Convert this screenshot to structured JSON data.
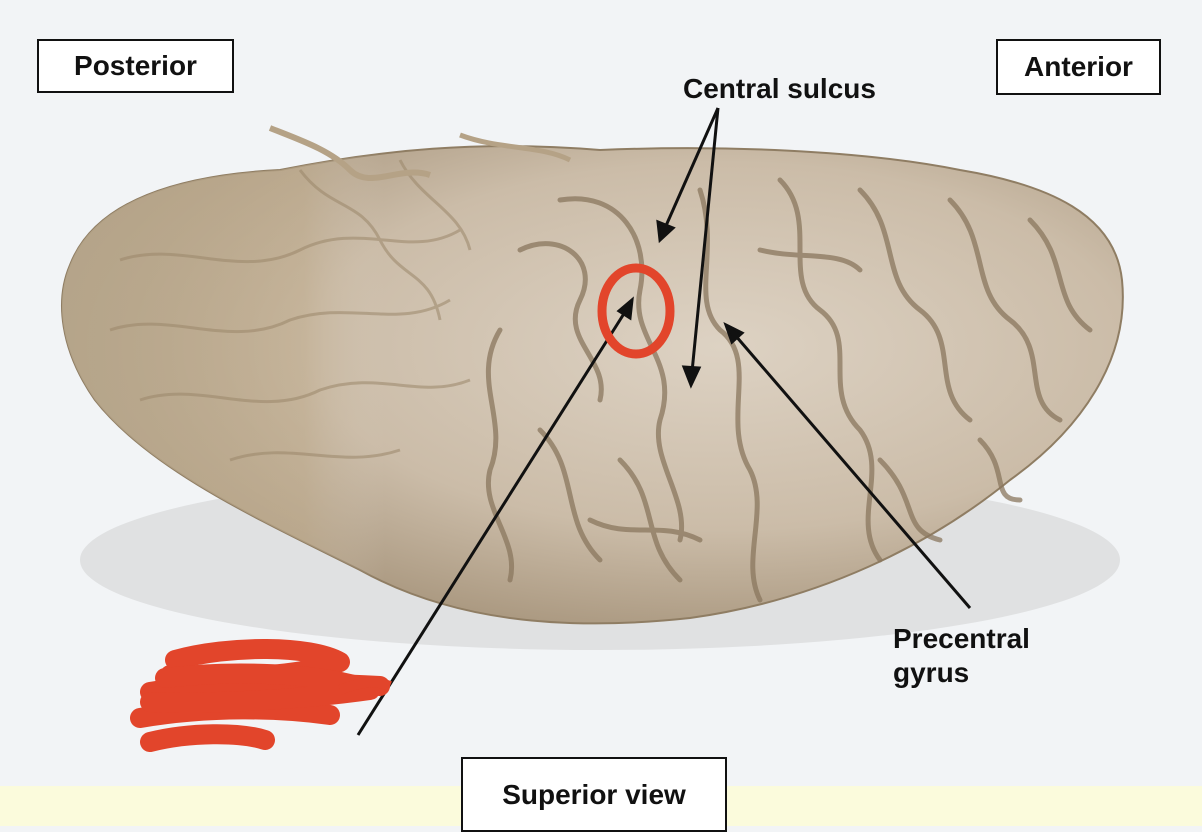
{
  "labels": {
    "posterior": "Posterior",
    "anterior": "Anterior",
    "central_sulcus": "Central sulcus",
    "precentral_gyrus_line1": "Precentral",
    "precentral_gyrus_line2": "gyrus",
    "superior_view": "Superior view"
  },
  "colors": {
    "background": "#f2f4f6",
    "brain_light": "#d9cdbd",
    "brain_mid": "#c6b59e",
    "brain_dark": "#a8957a",
    "sulcus_shadow": "#8a775e",
    "annotation_red": "#e2452b",
    "bottom_band": "#fbfbdc",
    "text": "#111111"
  }
}
